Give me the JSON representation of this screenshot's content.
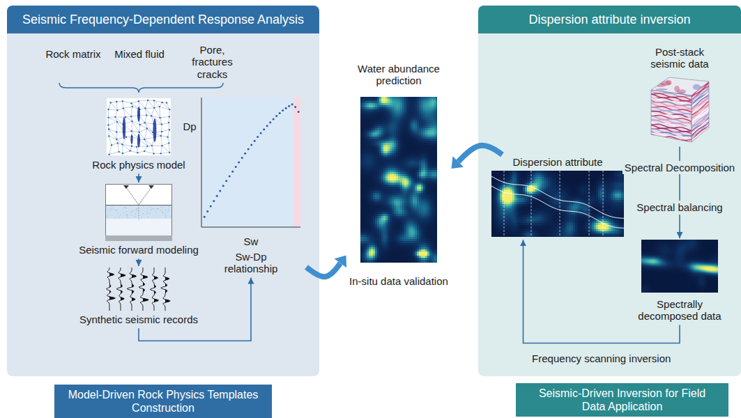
{
  "diagram": {
    "nodes": [
      {
        "text": [
          "Seismic Frequency-Dependent Response Analysis"
        ]
      },
      {
        "text": [
          "Rock physics model"
        ],
        "in": 0
      },
      {
        "text": [
          "Seismic forward modeling"
        ],
        "in": 0
      },
      {
        "text": [
          "Synthetic seismic records"
        ],
        "in": 0
      },
      {
        "text": [
          "Sw-Dp relationship"
        ],
        "in": 0
      },
      {
        "text": [
          "Water abundance prediction",
          "In-situ data validation"
        ]
      },
      {
        "text": [
          "Dispersion attribute inversion"
        ]
      },
      {
        "text": [
          "Dispersion attribute"
        ],
        "in": 6
      },
      {
        "text": [
          "Post-stack seismic data"
        ],
        "in": 6
      },
      {
        "text": [
          "Spectrally decomposed data"
        ],
        "in": 6
      },
      {
        "text": [
          "Model-Driven Rock Physics Templates Construction"
        ]
      },
      {
        "text": [
          "Seismic-Driven Inversion for Field Data Application"
        ]
      }
    ],
    "edges": [
      {
        "from": 1,
        "to": 2,
        "arrow": "to"
      },
      {
        "from": 2,
        "to": 3,
        "arrow": "to"
      },
      {
        "from": 3,
        "to": 4,
        "arrow": "to"
      },
      {
        "from": 4,
        "to": 5,
        "arrow": "to"
      },
      {
        "from": 7,
        "to": 5,
        "arrow": "to"
      },
      {
        "from": 8,
        "to": 9,
        "label": "Spectral Decomposition",
        "arrow": "to"
      },
      {
        "from": 9,
        "to": 7,
        "label": "Frequency scanning inversion",
        "arrow": "to"
      }
    ],
    "labels": [
      "Rock matrix",
      "Mixed fluid",
      "Pore, fractures cracks",
      "Dp",
      "Sw",
      "Spectral balancing"
    ]
  }
}
